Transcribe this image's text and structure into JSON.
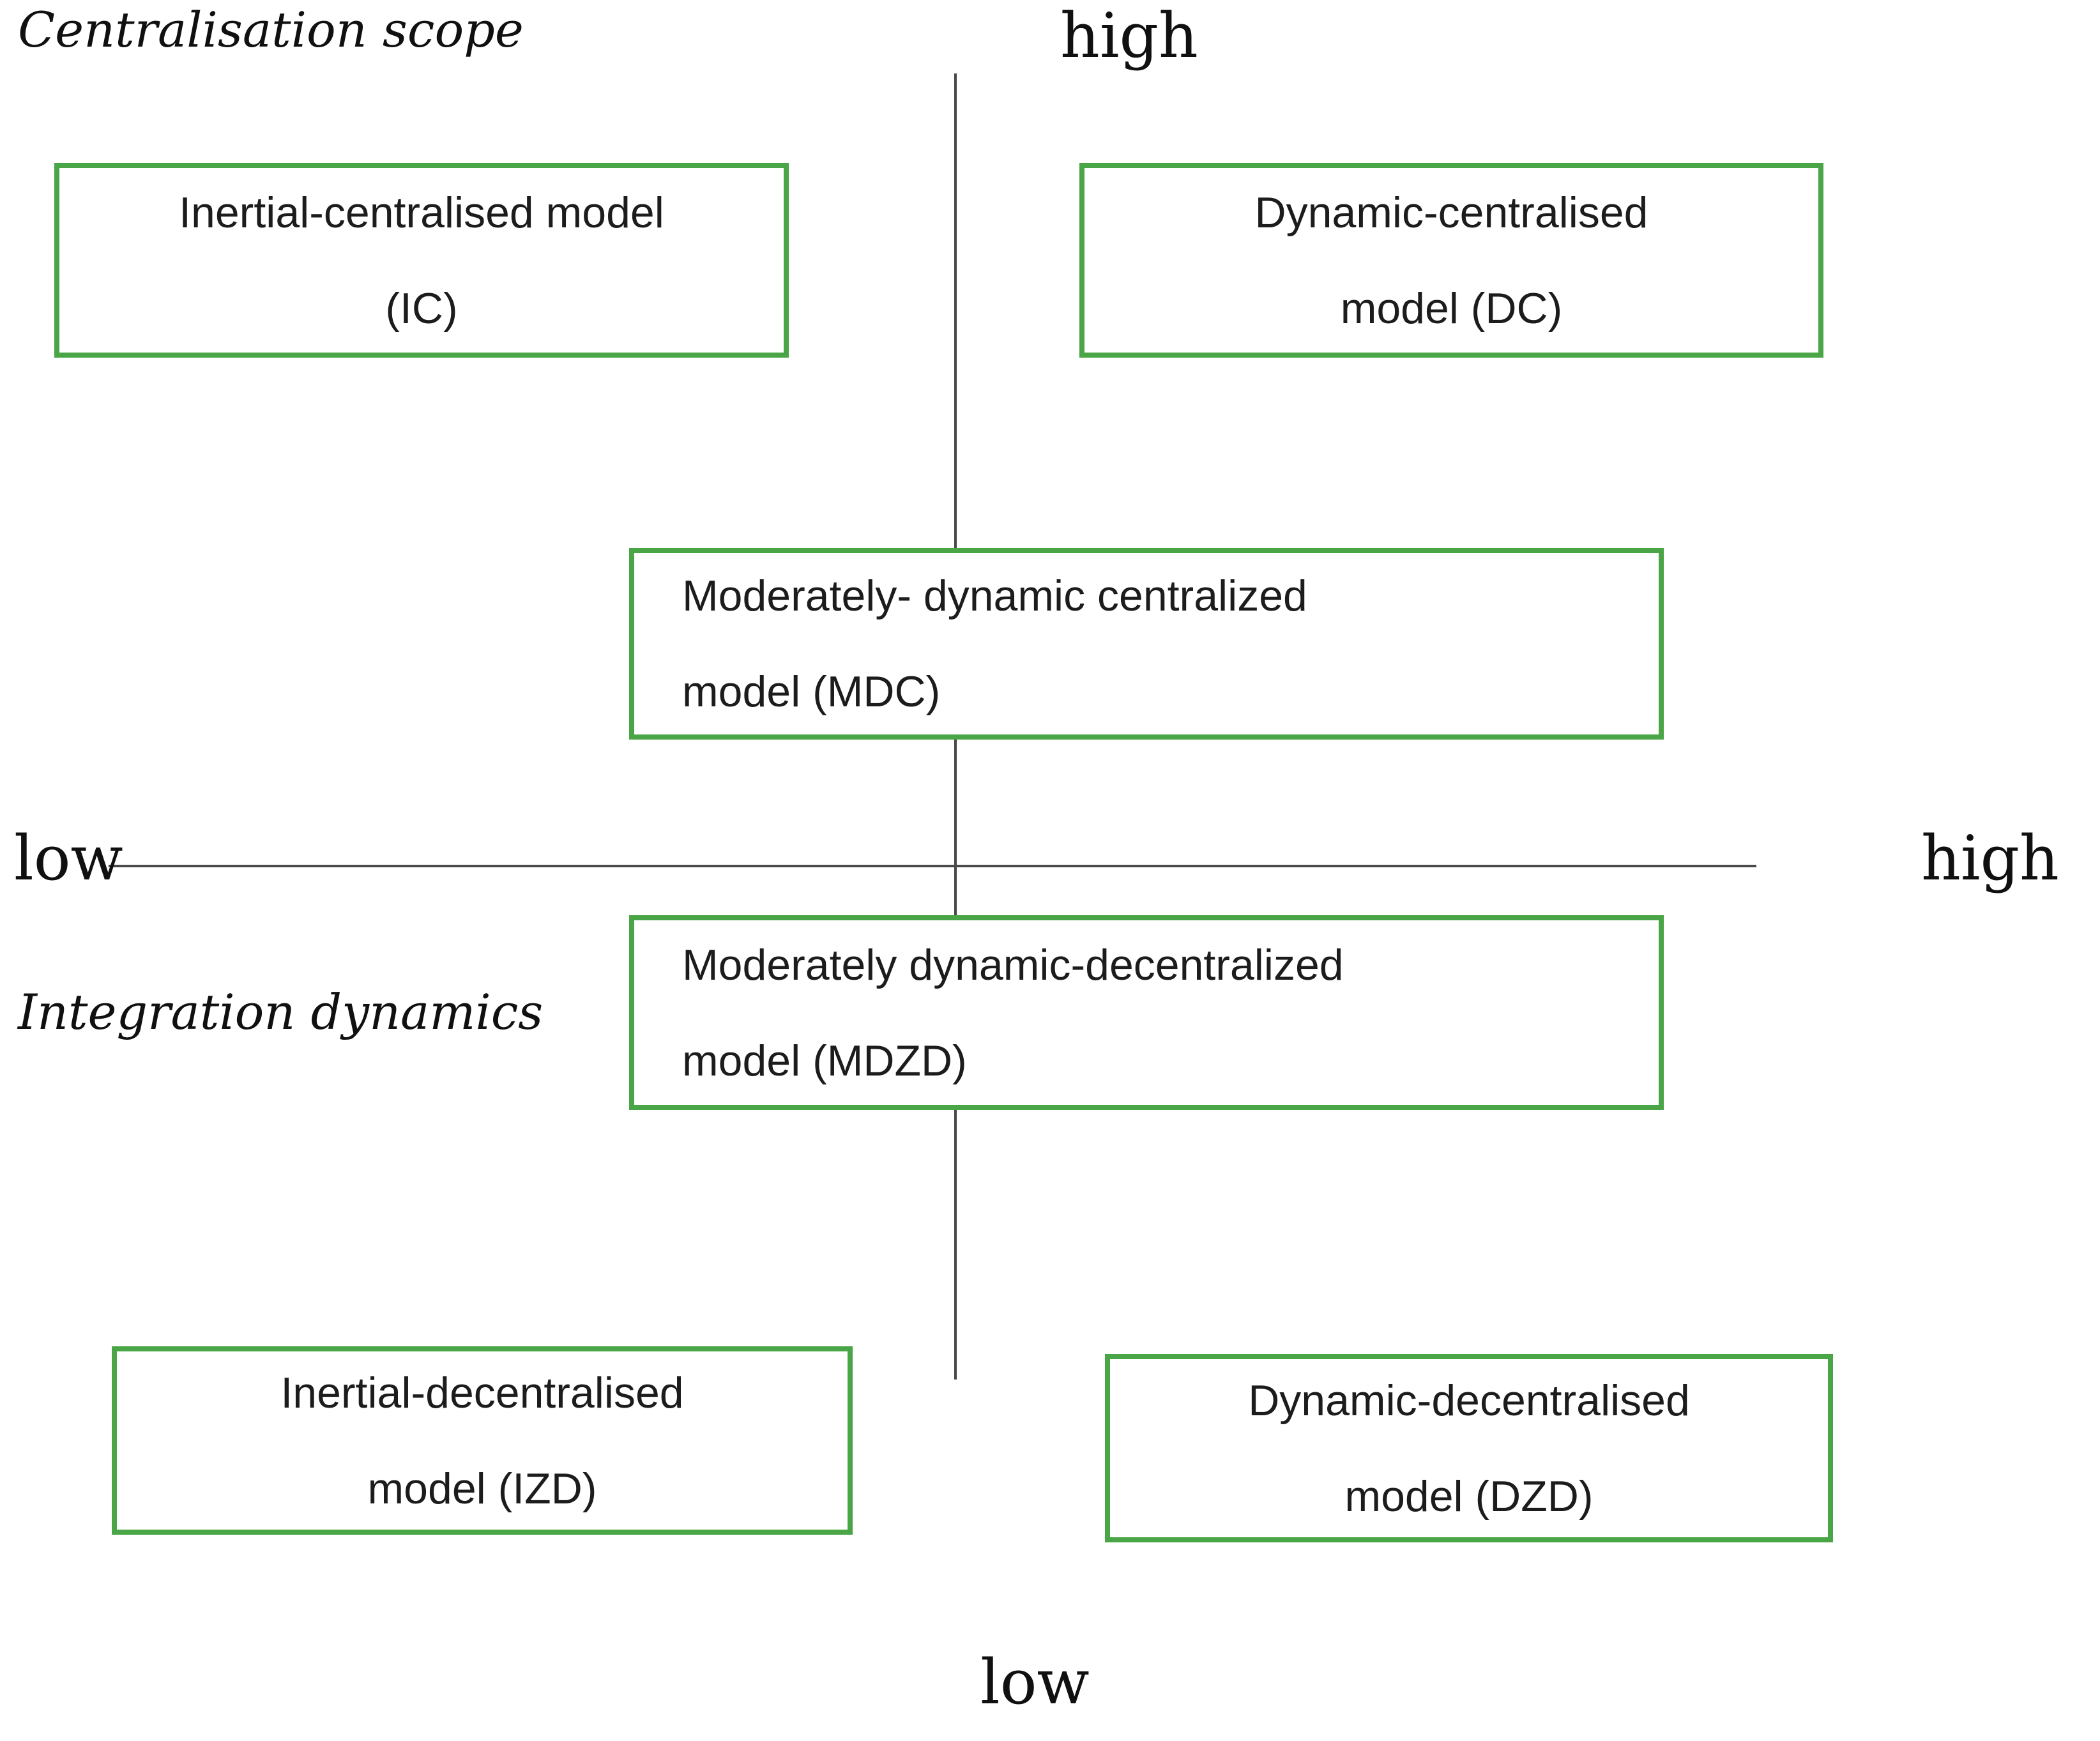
{
  "diagram": {
    "vertical_axis": {
      "label": "Centralisation scope",
      "top_tick": "high",
      "bottom_tick": "low"
    },
    "horizontal_axis": {
      "label": "Integration dynamics",
      "left_tick": "low",
      "right_tick": "high"
    },
    "boxes": {
      "ic": {
        "line1": "Inertial-centralised model",
        "line2": "(IC)"
      },
      "dc": {
        "line1": "Dynamic-centralised",
        "line2": "model (DC)"
      },
      "mdc": {
        "line1": "Moderately- dynamic centralized",
        "line2": "model (MDC)"
      },
      "mdzd": {
        "line1": "Moderately dynamic-decentralized",
        "line2": "model (MDZD)"
      },
      "izd": {
        "line1": "Inertial-decentralised",
        "line2": "model (IZD)"
      },
      "dzd": {
        "line1": "Dynamic-decentralised",
        "line2": "model (DZD)"
      }
    },
    "colors": {
      "box_border": "#4aa546",
      "axis_line": "#4a4a4a",
      "text": "#1c1c1c",
      "background": "#ffffff"
    }
  }
}
